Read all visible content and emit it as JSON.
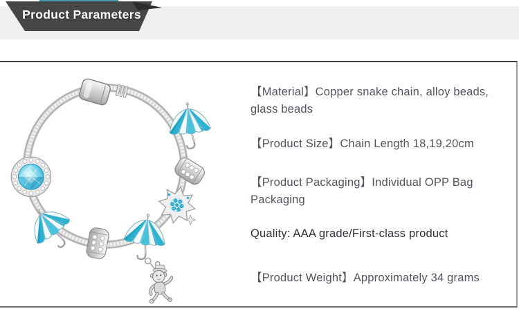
{
  "banner": {
    "title": "Product Parameters",
    "colors": {
      "ribbon": "#464646",
      "fold": "#2d2d2d",
      "accent_teal": "#4c97a6",
      "band": "#efefef",
      "text": "#ffffff"
    }
  },
  "panel": {
    "border_color": "#3c3c3c",
    "text_color": "#50555e",
    "specs": [
      {
        "id": "material",
        "text": "【Material】Copper snake chain, alloy beads, glass beads"
      },
      {
        "id": "size",
        "text": "【Product Size】Chain Length 18,19,20cm"
      },
      {
        "id": "packaging",
        "text": "【Product Packaging】Individual OPP Bag Packaging"
      },
      {
        "id": "quality",
        "text": "Quality: AAA grade/First-class product"
      },
      {
        "id": "weight",
        "text": "【Product Weight】Approximately 34 grams"
      }
    ]
  },
  "product_image": {
    "description": "Silver snake-chain charm bracelet with a barrel clasp, blue-and-white umbrella charms, crystal pave beads, a faceted aqua glass bead, a star charm with blue crystals and a dangling cartoon figure charm",
    "accent_color": "#3db6d8"
  }
}
